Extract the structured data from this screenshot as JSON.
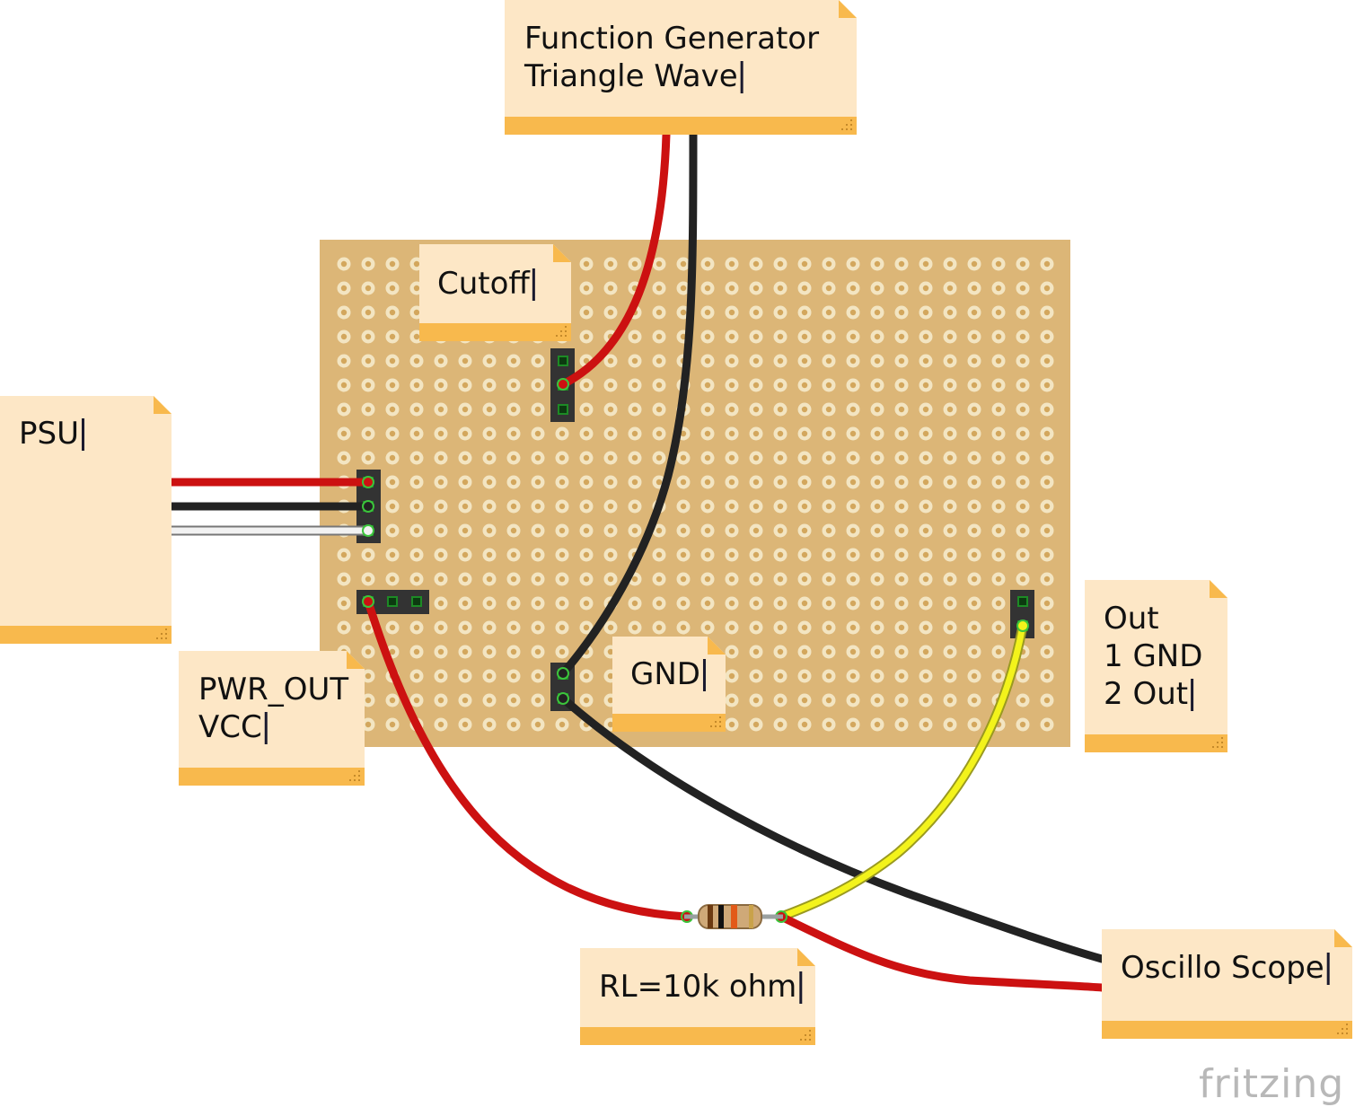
{
  "colors": {
    "board": "#dcb677",
    "hole_ring": "#f3e5c2",
    "hole_center": "#d3a75d",
    "note_bg": "#fde7c6",
    "note_bar": "#f8b94d",
    "wire_red": "#cc1111",
    "wire_black": "#222222",
    "wire_white": "#f2f2f2",
    "wire_yellow": "#f3f31b",
    "header": "#333333",
    "pin_green": "#1d8a25"
  },
  "notes": {
    "function_generator": {
      "lines": [
        "Function Generator",
        "Triangle Wave"
      ]
    },
    "cutoff": {
      "lines": [
        "Cutoff"
      ]
    },
    "psu": {
      "lines": [
        "PSU"
      ]
    },
    "pwr_out": {
      "lines": [
        "PWR_OUT",
        "VCC"
      ]
    },
    "gnd": {
      "lines": [
        "GND"
      ]
    },
    "out": {
      "lines": [
        "Out",
        "1 GND",
        "2 Out"
      ]
    },
    "rl": {
      "lines": [
        "RL=10k ohm"
      ]
    },
    "oscilloscope": {
      "lines": [
        "Oscillo Scope"
      ]
    }
  },
  "logo": {
    "text": "fritzing"
  }
}
